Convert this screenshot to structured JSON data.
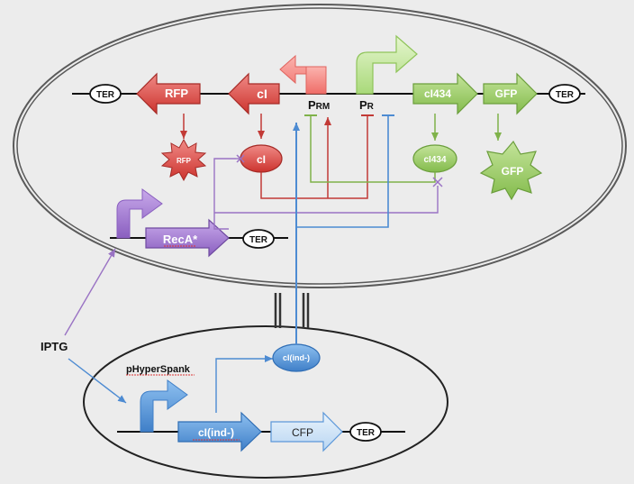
{
  "labels": {
    "ter": "TER",
    "rfp_gene": "RFP",
    "ci_gene": "cI",
    "prm_main": "P",
    "prm_sub": "RM",
    "pr_main": "P",
    "pr_sub": "R",
    "ci434_gene": "cI434",
    "gfp_gene": "GFP",
    "rfp_protein": "RFP",
    "ci_protein": "cI",
    "ci434_protein": "cI434",
    "gfp_protein": "GFP",
    "reca_gene": "RecA*",
    "iptg": "IPTG",
    "phyperspank": "pHyperSpank",
    "ciind_protein": "cI(ind-)",
    "ciind_gene": "cI(ind-)",
    "cfp_gene": "CFP"
  },
  "colors": {
    "background": "#ececec",
    "red": "#d9413c",
    "red_dark": "#b5332e",
    "green": "#8fc45a",
    "green_dark": "#6b9e3c",
    "purple": "#9a73c4",
    "blue": "#5b97d9",
    "blue_light": "#b9d6f2"
  }
}
